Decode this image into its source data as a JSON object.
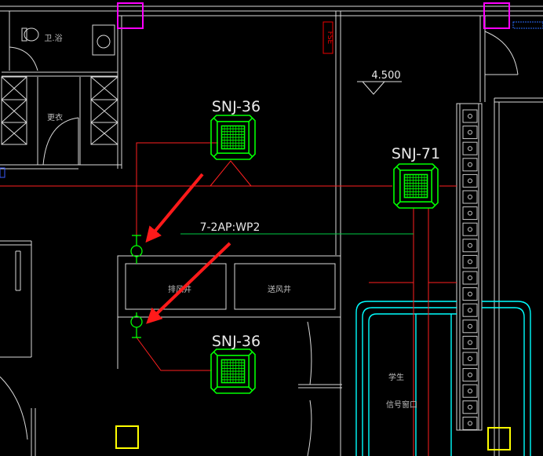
{
  "units": [
    {
      "model": "SNJ-36"
    },
    {
      "model": "SNJ-71"
    },
    {
      "model": "SNJ-36"
    }
  ],
  "circuit_label": "7-2AP:WP2",
  "elevation": "4.500",
  "shafts": {
    "exhaust": "排风井",
    "supply": "送风井"
  },
  "rooms": {
    "washroom": "卫.浴",
    "cabinet": "更衣"
  },
  "fire_tag": "FSE",
  "notes": {
    "student": "学生",
    "window": "信号窗口"
  },
  "colors": {
    "background": "#000000",
    "wall": "#d9d9d9",
    "ac_unit": "#00ff00",
    "pipe": "#ff2020",
    "column": "#ff00ff",
    "column_alt": "#ffff00",
    "arrow": "#ff1a1a",
    "duct": "#00ffff"
  }
}
